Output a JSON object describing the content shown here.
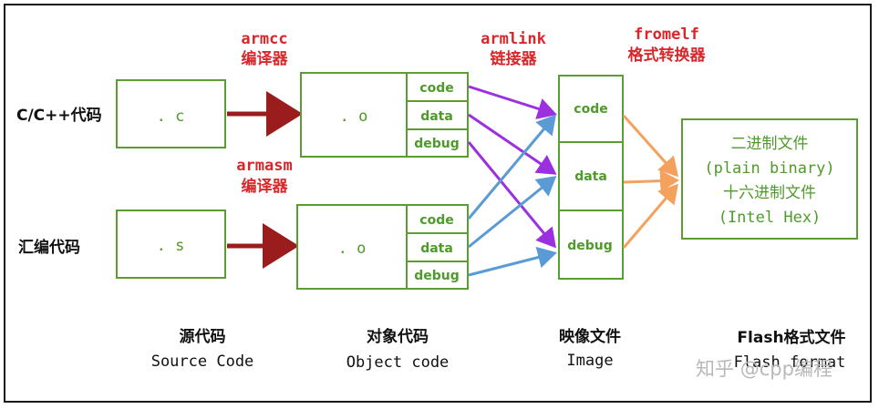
{
  "inputs": {
    "c_source": "C/C++代码",
    "asm_source": "汇编代码"
  },
  "source_files": {
    "c": ". c",
    "s": ". s"
  },
  "object_files": {
    "o1": ". o",
    "o2": ". o"
  },
  "sections": [
    "code",
    "data",
    "debug"
  ],
  "tools": {
    "armcc_name": "armcc",
    "armcc_desc": "编译器",
    "armasm_name": "armasm",
    "armasm_desc": "编译器",
    "armlink_name": "armlink",
    "armlink_desc": "链接器",
    "fromelf_name": "fromelf",
    "fromelf_desc": "格式转换器"
  },
  "image_sections": [
    "code",
    "data",
    "debug"
  ],
  "flash_output": {
    "line1": "二进制文件",
    "line2": "(plain binary)",
    "line3": "十六进制文件",
    "line4": "(Intel Hex)"
  },
  "captions": {
    "source_cn": "源代码",
    "source_en": "Source Code",
    "object_cn": "对象代码",
    "object_en": "Object code",
    "image_cn": "映像文件",
    "image_en": "Image",
    "flash_cn": "Flash格式文件",
    "flash_en": "Flash format"
  },
  "watermark": "知乎 @cpp编程",
  "colors": {
    "box_green": "#5a9e32",
    "label_green": "#4e9a2a",
    "tool_red": "#d9262b",
    "compile_arrow": "#9b1c1c",
    "link_purple": "#9b30e0",
    "link_blue": "#5b9bd5",
    "convert_orange": "#f4a15d"
  }
}
